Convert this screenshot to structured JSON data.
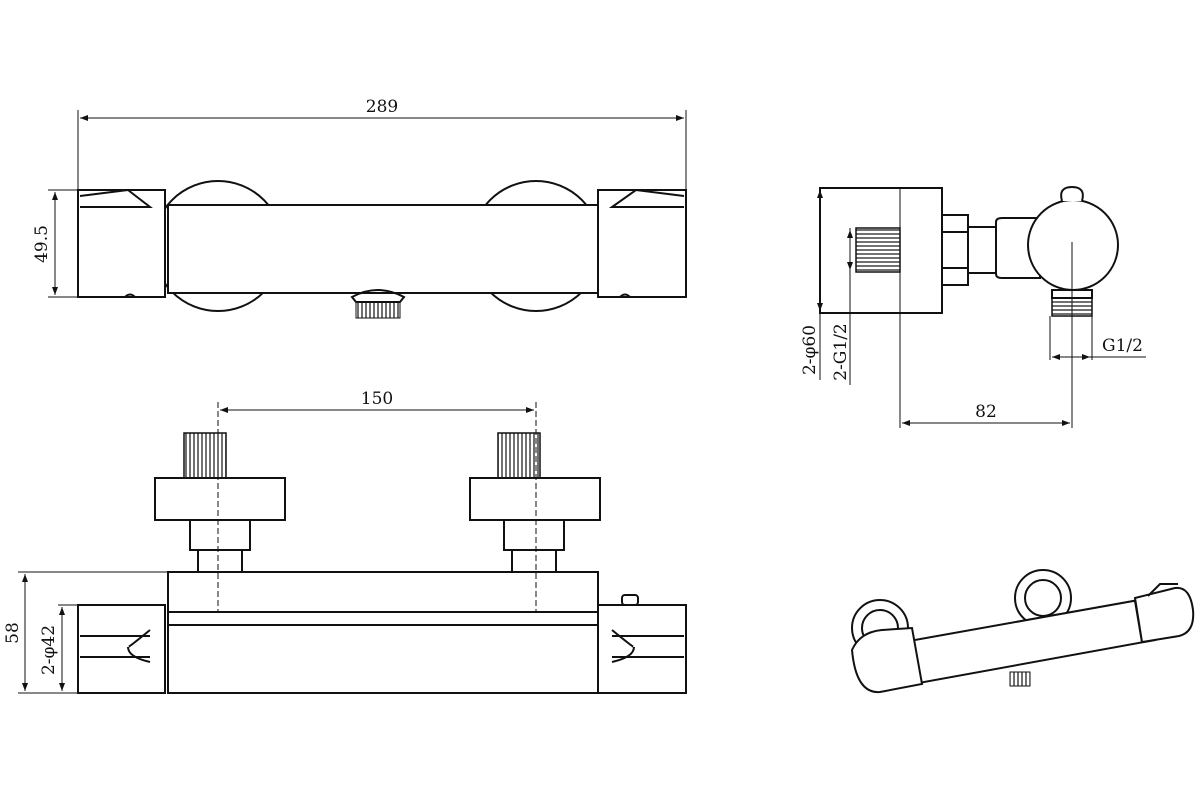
{
  "drawing": {
    "top_view": {
      "length": "289",
      "height": "49.5"
    },
    "front_view": {
      "spacing": "150",
      "height": "58",
      "cap_diameter": "2-φ42"
    },
    "side_view": {
      "flange_diameter": "2-φ60",
      "inlet_thread": "2-G1/2",
      "outlet_thread": "G1/2",
      "depth": "82"
    },
    "colors": {
      "line": "#111111",
      "background": "#ffffff"
    }
  }
}
